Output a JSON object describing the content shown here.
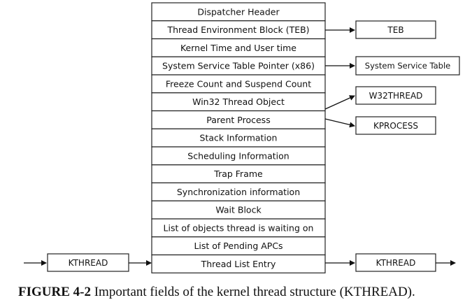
{
  "structure": {
    "fields": [
      "Dispatcher Header",
      "Thread Environment Block (TEB)",
      "Kernel Time and User time",
      "System Service Table Pointer (x86)",
      "Freeze Count and Suspend Count",
      "Win32 Thread Object",
      "Parent Process",
      "Stack Information",
      "Scheduling Information",
      "Trap Frame",
      "Synchronization information",
      "Wait Block",
      "List of objects thread is waiting on",
      "List of Pending APCs",
      "Thread List Entry"
    ]
  },
  "targets": {
    "teb": "TEB",
    "service_table": "System Service Table",
    "w32thread": "W32THREAD",
    "kprocess": "KPROCESS",
    "kthread_left": "KTHREAD",
    "kthread_right": "KTHREAD"
  },
  "caption": {
    "label": "FIGURE 4-2",
    "text": " Important fields of the kernel thread structure (KTHREAD)."
  }
}
